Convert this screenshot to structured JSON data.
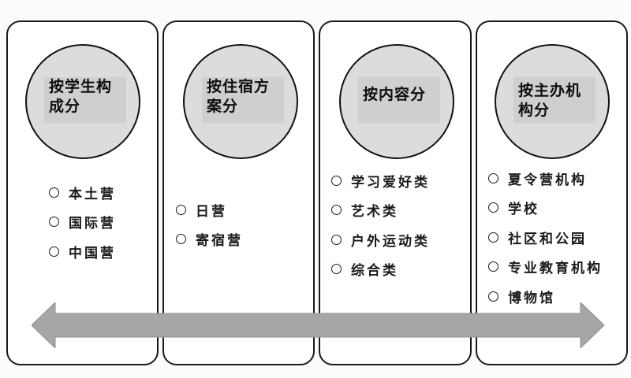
{
  "diagram": {
    "type": "classification",
    "categories": [
      {
        "title": "按学生构成分",
        "title_lines": [
          "按学生构",
          "成分"
        ],
        "items": [
          "本土营",
          "国际营",
          "中国营"
        ]
      },
      {
        "title": "按住宿方案分",
        "title_lines": [
          "按住宿方",
          "案分"
        ],
        "items": [
          "日营",
          "寄宿营"
        ]
      },
      {
        "title": "按内容分",
        "title_lines": [
          "按内容分"
        ],
        "items": [
          "学习爱好类",
          "艺术类",
          "户外运动类",
          "综合类"
        ]
      },
      {
        "title": "按主办机构分",
        "title_lines": [
          "按主办机",
          "构分"
        ],
        "items": [
          "夏令营机构",
          "学校",
          "社区和公园",
          "专业教育机构",
          "博物馆"
        ]
      }
    ],
    "arrow": {
      "direction": "bidirectional",
      "color": "#a6a6a6"
    },
    "colors": {
      "circle_fill": "#dcdcdc",
      "label_box": "#cfcfcf",
      "stroke": "#111111"
    }
  }
}
